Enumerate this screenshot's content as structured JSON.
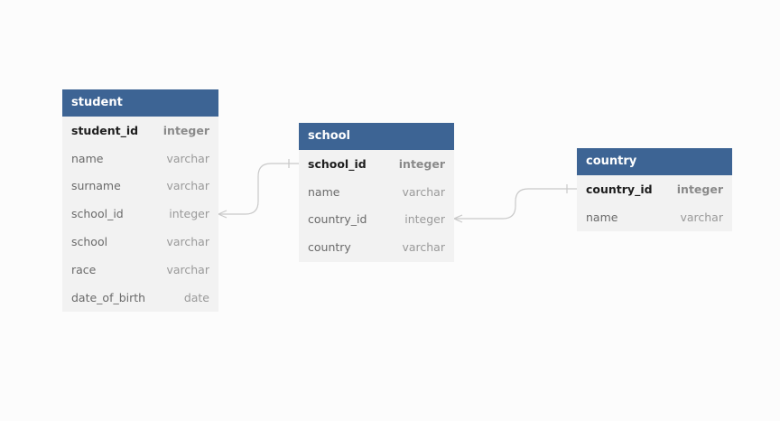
{
  "tables": [
    {
      "id": "student",
      "name": "student",
      "fields": [
        {
          "name": "student_id",
          "type": "integer",
          "pk": true
        },
        {
          "name": "name",
          "type": "varchar",
          "pk": false
        },
        {
          "name": "surname",
          "type": "varchar",
          "pk": false
        },
        {
          "name": "school_id",
          "type": "integer",
          "pk": false
        },
        {
          "name": "school",
          "type": "varchar",
          "pk": false
        },
        {
          "name": "race",
          "type": "varchar",
          "pk": false
        },
        {
          "name": "date_of_birth",
          "type": "date",
          "pk": false
        }
      ]
    },
    {
      "id": "school",
      "name": "school",
      "fields": [
        {
          "name": "school_id",
          "type": "integer",
          "pk": true
        },
        {
          "name": "name",
          "type": "varchar",
          "pk": false
        },
        {
          "name": "country_id",
          "type": "integer",
          "pk": false
        },
        {
          "name": "country",
          "type": "varchar",
          "pk": false
        }
      ]
    },
    {
      "id": "country",
      "name": "country",
      "fields": [
        {
          "name": "country_id",
          "type": "integer",
          "pk": true
        },
        {
          "name": "name",
          "type": "varchar",
          "pk": false
        }
      ]
    }
  ],
  "relationships": [
    {
      "from_table": "student",
      "from_field": "school_id",
      "to_table": "school",
      "to_field": "school_id",
      "from_cardinality": "many",
      "to_cardinality": "one"
    },
    {
      "from_table": "school",
      "from_field": "country_id",
      "to_table": "country",
      "to_field": "country_id",
      "from_cardinality": "many",
      "to_cardinality": "one"
    }
  ],
  "colors": {
    "header": "#3d6494",
    "header_text": "#ffffff",
    "body": "#f2f2f2",
    "connector": "#c9c9c9",
    "background": "#fcfcfc"
  }
}
